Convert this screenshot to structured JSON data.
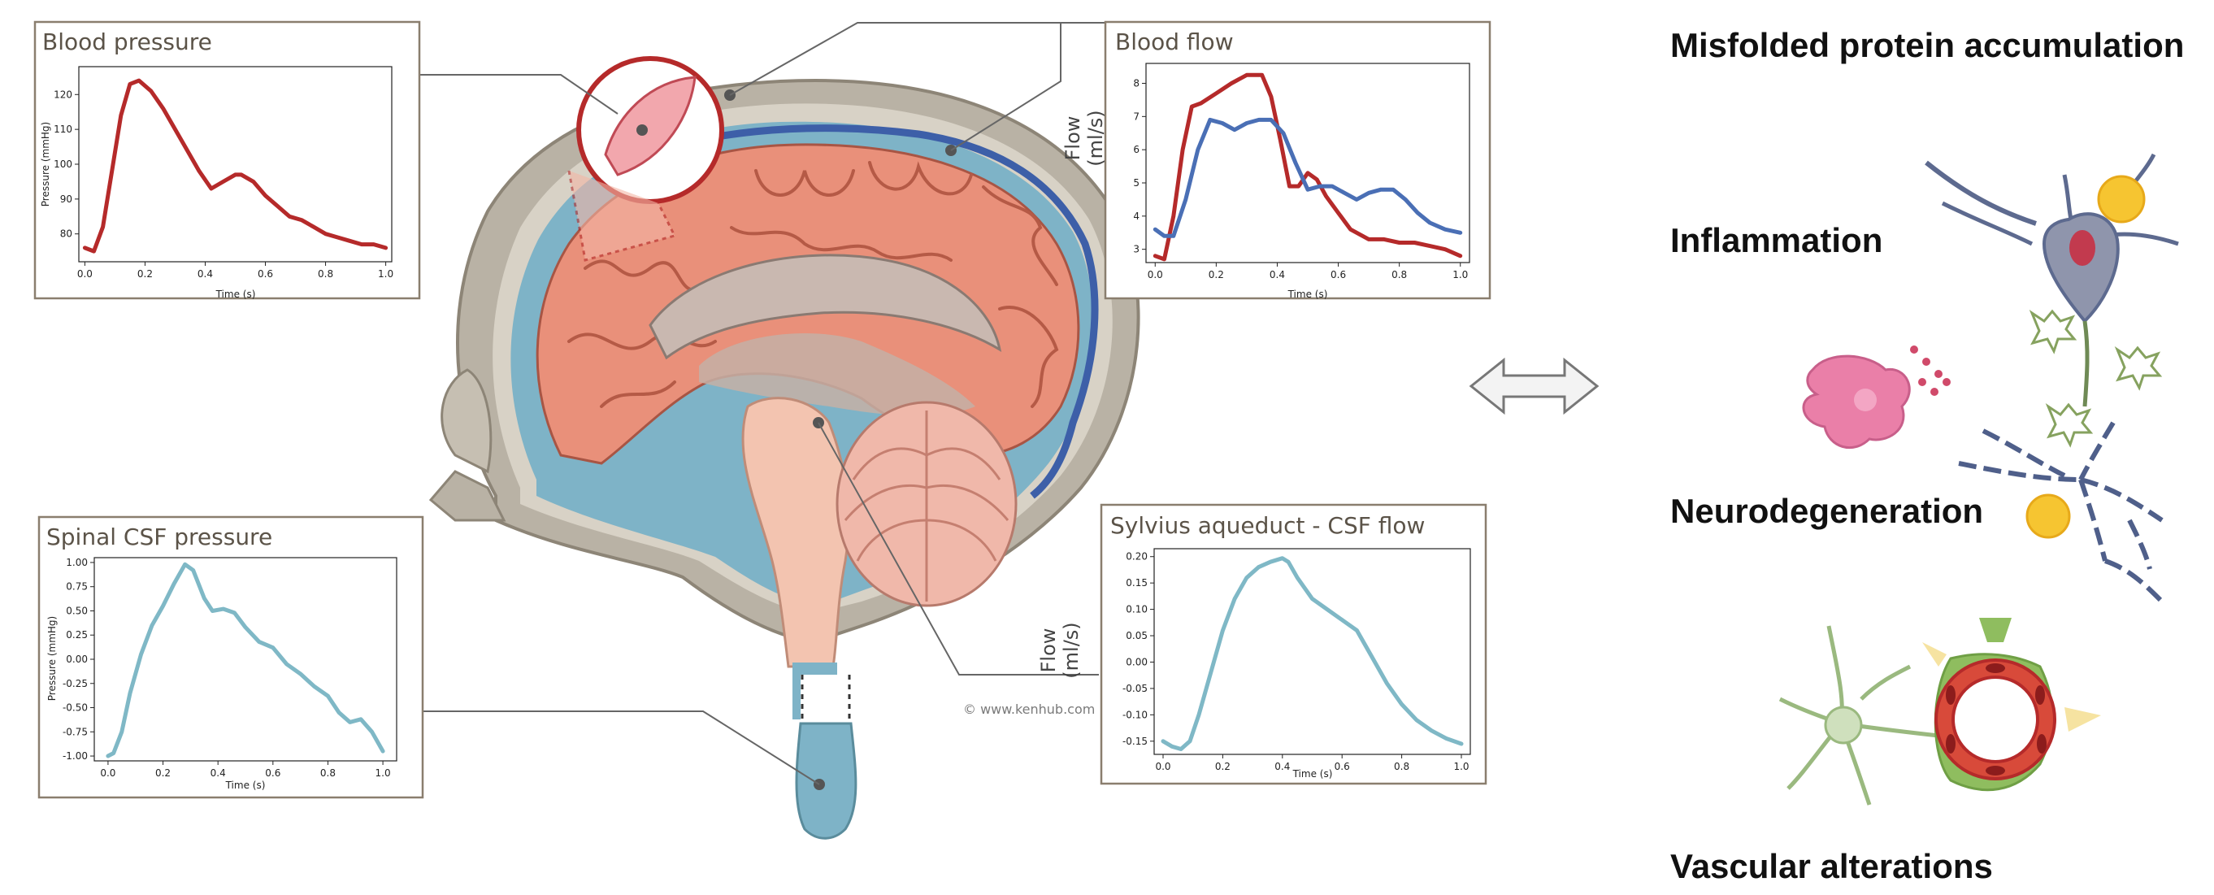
{
  "credit": "© www.kenhub.com",
  "effects": {
    "misfolded": "Misfolded protein accumulation",
    "inflammation": "Inflammation",
    "neurodegeneration": "Neurodegeneration",
    "vascular": "Vascular alterations"
  },
  "colors": {
    "blood": "#b52a2a",
    "blood_alt": "#4a6fb5",
    "csf": "#7fb8c6",
    "panel_border": "#8a7e6e"
  },
  "chart_data": [
    {
      "id": "bp",
      "type": "line",
      "title": "Blood pressure",
      "xlabel": "Time (s)",
      "ylabel": "Pressure (mmHg)",
      "xlim": [
        -0.02,
        1.02
      ],
      "ylim": [
        72,
        128
      ],
      "xticks": [
        "0.0",
        "0.2",
        "0.4",
        "0.6",
        "0.8",
        "1.0"
      ],
      "yticks": [
        "80",
        "90",
        "100",
        "110",
        "120"
      ],
      "series": [
        {
          "color": "#b52a2a",
          "x": [
            0.0,
            0.03,
            0.06,
            0.09,
            0.12,
            0.15,
            0.18,
            0.22,
            0.26,
            0.3,
            0.34,
            0.38,
            0.42,
            0.46,
            0.5,
            0.52,
            0.56,
            0.6,
            0.64,
            0.68,
            0.72,
            0.76,
            0.8,
            0.84,
            0.88,
            0.92,
            0.96,
            1.0
          ],
          "y": [
            76,
            75,
            82,
            98,
            114,
            123,
            124,
            121,
            116,
            110,
            104,
            98,
            93,
            95,
            97,
            97,
            95,
            91,
            88,
            85,
            84,
            82,
            80,
            79,
            78,
            77,
            77,
            76
          ]
        }
      ]
    },
    {
      "id": "bf",
      "type": "line",
      "title": "Blood flow",
      "xlabel": "Time (s)",
      "ylabel": "Flow (ml/s)",
      "xlim": [
        -0.03,
        1.03
      ],
      "ylim": [
        2.6,
        8.6
      ],
      "xticks": [
        "0.0",
        "0.2",
        "0.4",
        "0.6",
        "0.8",
        "1.0"
      ],
      "yticks": [
        "3",
        "4",
        "5",
        "6",
        "7",
        "8"
      ],
      "series": [
        {
          "color": "#b52a2a",
          "x": [
            0.0,
            0.03,
            0.06,
            0.09,
            0.12,
            0.15,
            0.2,
            0.25,
            0.3,
            0.35,
            0.38,
            0.41,
            0.44,
            0.47,
            0.5,
            0.53,
            0.56,
            0.6,
            0.64,
            0.7,
            0.75,
            0.8,
            0.85,
            0.9,
            0.95,
            1.0
          ],
          "y": [
            2.8,
            2.7,
            4.0,
            6.0,
            7.3,
            7.4,
            7.7,
            8.0,
            8.25,
            8.25,
            7.6,
            6.3,
            4.9,
            4.9,
            5.3,
            5.1,
            4.6,
            4.1,
            3.6,
            3.3,
            3.3,
            3.2,
            3.2,
            3.1,
            3.0,
            2.8
          ]
        },
        {
          "color": "#4a6fb5",
          "x": [
            0.0,
            0.03,
            0.06,
            0.1,
            0.14,
            0.18,
            0.22,
            0.26,
            0.3,
            0.34,
            0.38,
            0.42,
            0.46,
            0.5,
            0.54,
            0.58,
            0.62,
            0.66,
            0.7,
            0.74,
            0.78,
            0.82,
            0.86,
            0.9,
            0.95,
            1.0
          ],
          "y": [
            3.6,
            3.4,
            3.4,
            4.5,
            6.0,
            6.9,
            6.8,
            6.6,
            6.8,
            6.9,
            6.9,
            6.5,
            5.6,
            4.8,
            4.9,
            4.9,
            4.7,
            4.5,
            4.7,
            4.8,
            4.8,
            4.5,
            4.1,
            3.8,
            3.6,
            3.5
          ]
        }
      ]
    },
    {
      "id": "spinal",
      "type": "line",
      "title": "Spinal CSF pressure",
      "xlabel": "Time (s)",
      "ylabel": "Pressure (mmHg)",
      "xlim": [
        -0.05,
        1.05
      ],
      "ylim": [
        -1.05,
        1.05
      ],
      "xticks": [
        "0.0",
        "0.2",
        "0.4",
        "0.6",
        "0.8",
        "1.0"
      ],
      "yticks": [
        "1.00",
        "0.75",
        "0.50",
        "0.25",
        "0.00",
        "-0.25",
        "-0.50",
        "-0.75",
        "-1.00"
      ],
      "series": [
        {
          "color": "#7fb8c6",
          "x": [
            0.0,
            0.02,
            0.05,
            0.08,
            0.12,
            0.16,
            0.2,
            0.24,
            0.28,
            0.31,
            0.35,
            0.38,
            0.42,
            0.46,
            0.5,
            0.55,
            0.6,
            0.65,
            0.7,
            0.75,
            0.8,
            0.84,
            0.88,
            0.92,
            0.96,
            1.0
          ],
          "y": [
            -1.0,
            -0.97,
            -0.75,
            -0.35,
            0.05,
            0.35,
            0.55,
            0.78,
            0.98,
            0.92,
            0.63,
            0.5,
            0.52,
            0.48,
            0.33,
            0.18,
            0.12,
            -0.05,
            -0.15,
            -0.28,
            -0.38,
            -0.55,
            -0.65,
            -0.62,
            -0.75,
            -0.95
          ]
        }
      ]
    },
    {
      "id": "aqueduct",
      "type": "line",
      "title": "Sylvius aqueduct - CSF flow",
      "xlabel": "Time (s)",
      "ylabel": "Flow (ml/s)",
      "xlim": [
        -0.03,
        1.03
      ],
      "ylim": [
        -0.175,
        0.215
      ],
      "xticks": [
        "0.0",
        "0.2",
        "0.4",
        "0.6",
        "0.8",
        "1.0"
      ],
      "yticks": [
        "0.20",
        "0.15",
        "0.10",
        "0.05",
        "0.00",
        "-0.05",
        "-0.10",
        "-0.15"
      ],
      "series": [
        {
          "color": "#7fb8c6",
          "x": [
            0.0,
            0.03,
            0.06,
            0.09,
            0.12,
            0.16,
            0.2,
            0.24,
            0.28,
            0.32,
            0.36,
            0.4,
            0.42,
            0.45,
            0.5,
            0.55,
            0.6,
            0.65,
            0.7,
            0.75,
            0.8,
            0.85,
            0.9,
            0.95,
            1.0
          ],
          "y": [
            -0.15,
            -0.16,
            -0.165,
            -0.15,
            -0.1,
            -0.02,
            0.06,
            0.12,
            0.16,
            0.18,
            0.19,
            0.197,
            0.19,
            0.16,
            0.12,
            0.1,
            0.08,
            0.06,
            0.01,
            -0.04,
            -0.08,
            -0.11,
            -0.13,
            -0.145,
            -0.155
          ]
        }
      ]
    }
  ]
}
